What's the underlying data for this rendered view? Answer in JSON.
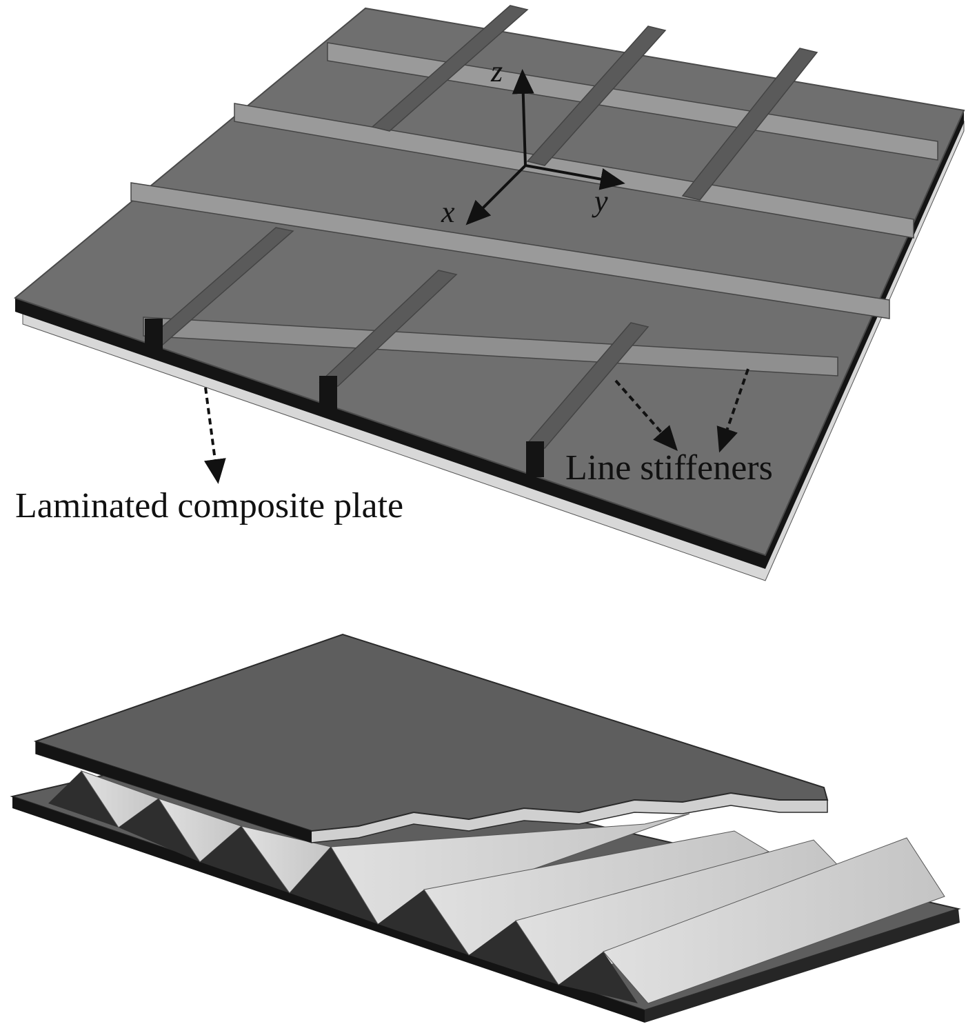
{
  "figure": {
    "top_panel": {
      "axes": {
        "z": "z",
        "x": "x",
        "y": "y"
      },
      "labels": {
        "plate": "Laminated composite plate",
        "stiffeners": "Line stiffeners"
      }
    },
    "bottom_panel": {}
  },
  "colors": {
    "plate_top": "#6f6f6f",
    "stiffener_light": "#9a9a9a",
    "stiffener_dark": "#5a5a5a",
    "edge_black": "#141414",
    "edge_light": "#d8d8d8",
    "sandwich_sheet": "#5e5e5e",
    "core_light": "#d4d4d4",
    "core_dark": "#3a3a3a"
  }
}
